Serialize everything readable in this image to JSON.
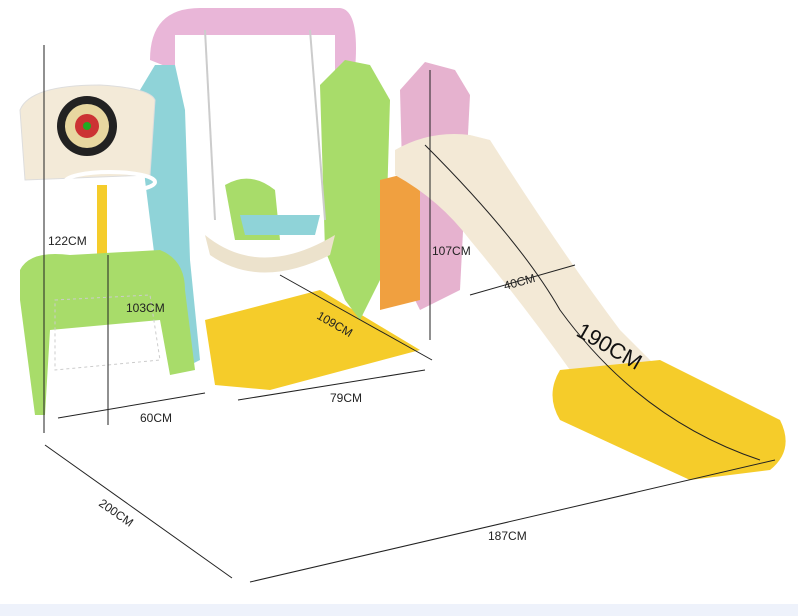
{
  "dimensions": {
    "basket_height": "122CM",
    "goal_height": "103CM",
    "goal_depth": "60CM",
    "swing_base_width": "79CM",
    "swing_base_depth": "109CM",
    "slide_platform_height": "107CM",
    "slide_width": "40CM",
    "slide_length": "190CM",
    "total_depth": "200CM",
    "total_length": "187CM"
  },
  "colors": {
    "pink": "#e9b6d8",
    "blue": "#8fd3d8",
    "green": "#a8dc6a",
    "yellow": "#f5cc2a",
    "cream": "#f3e9d6",
    "orange": "#f0a040"
  }
}
